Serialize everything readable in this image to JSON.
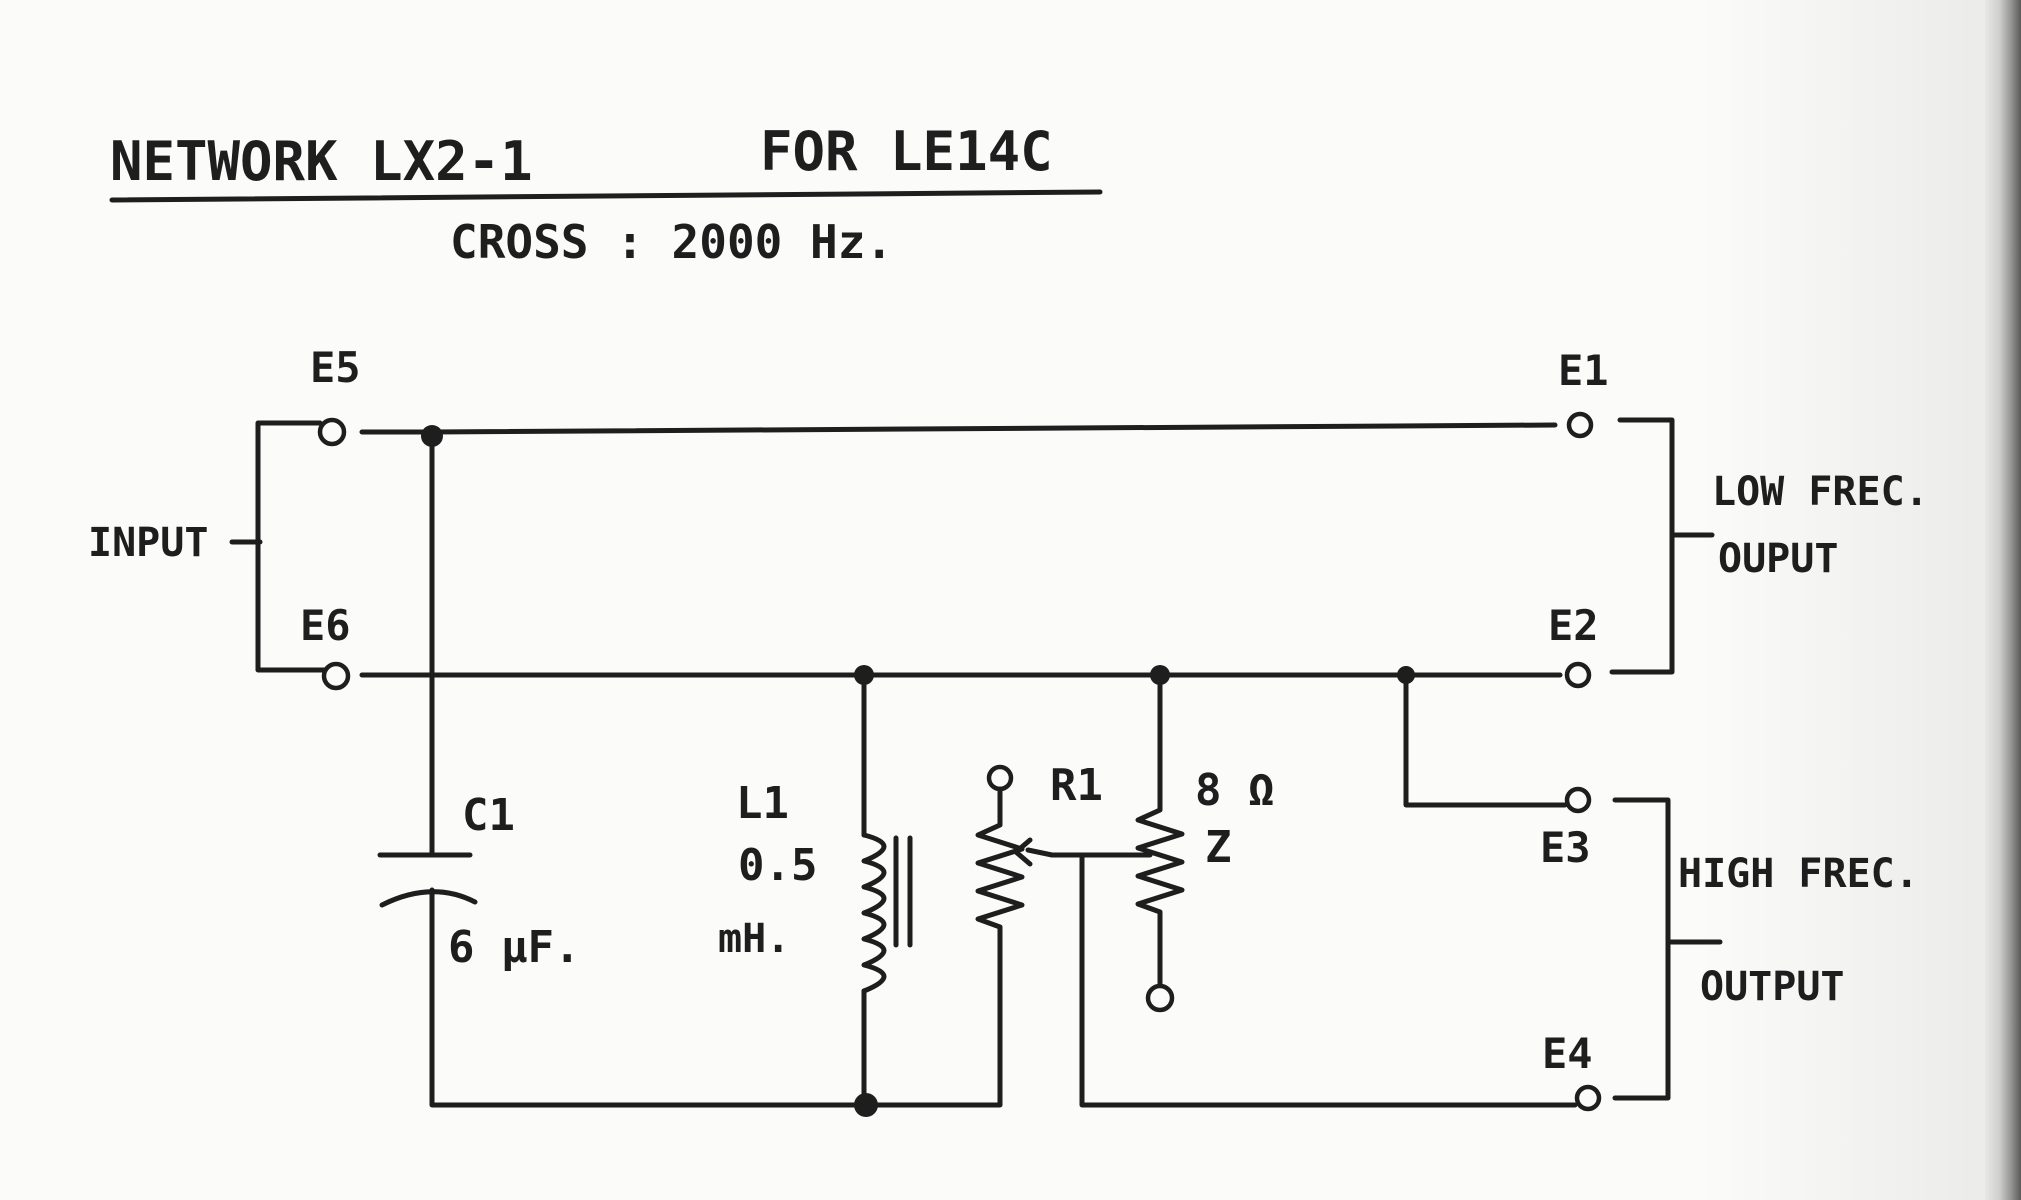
{
  "title": "NETWORK LX2-1",
  "title_for": "FOR LE14C",
  "subtitle": "CROSS : 2000 Hz.",
  "labels": {
    "input": "INPUT",
    "e1": "E1",
    "e2": "E2",
    "e3": "E3",
    "e4": "E4",
    "e5": "E5",
    "e6": "E6",
    "low_line1": "LOW FREC.",
    "low_line2": "OUPUT",
    "high_line1": "HIGH FREC.",
    "high_line2": "OUTPUT",
    "c1": "C1",
    "c1_value": "6 μF.",
    "l1": "L1",
    "l1_value": "0.5",
    "l1_unit": "mH.",
    "r1": "R1",
    "z_value": "8 Ω",
    "z": "Z"
  },
  "colors": {
    "ink": "#1e1e1e",
    "paper": "#fbfbfa"
  }
}
